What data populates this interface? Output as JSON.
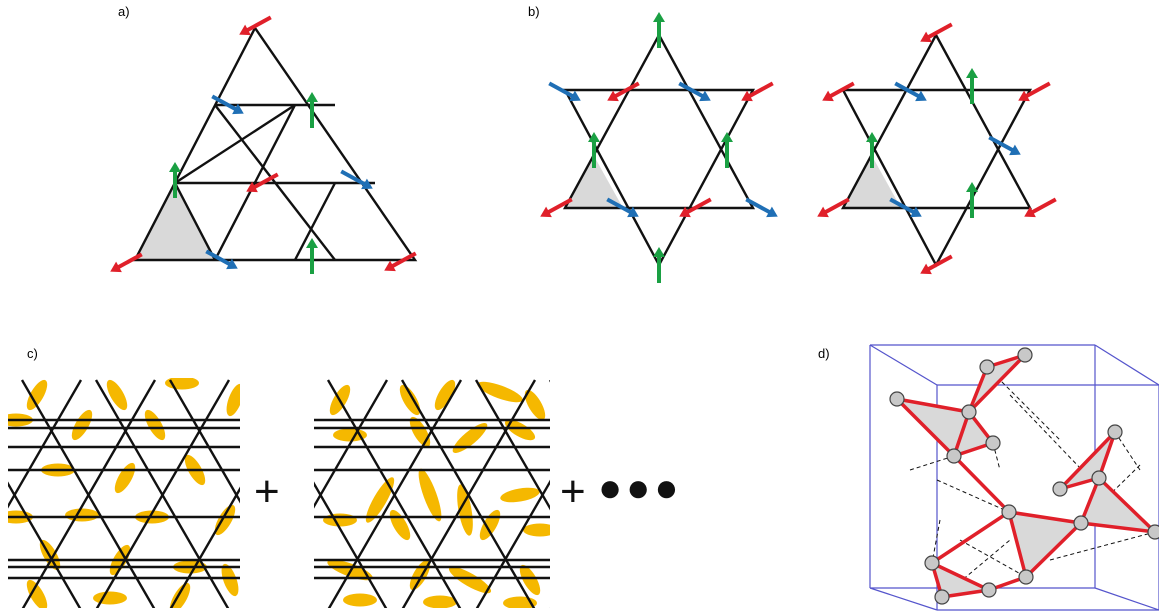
{
  "labels": {
    "a": "a)",
    "b": "b)",
    "c": "c)",
    "d": "d)"
  },
  "operators": {
    "plus": "+",
    "ellipsis": "●●●"
  },
  "colors": {
    "lattice": "#111111",
    "spin_red": "#e0202a",
    "spin_blue": "#1f6fb5",
    "spin_green": "#1aa043",
    "triangle_fill": "#d9d9d9",
    "dimer": "#f5b800",
    "pyro_bond": "#e0202a",
    "cube_edge": "#5555cc",
    "site": "#c8c8c8"
  },
  "spin_directions": {
    "red": "down-left",
    "blue": "down-right",
    "green": "up"
  }
}
